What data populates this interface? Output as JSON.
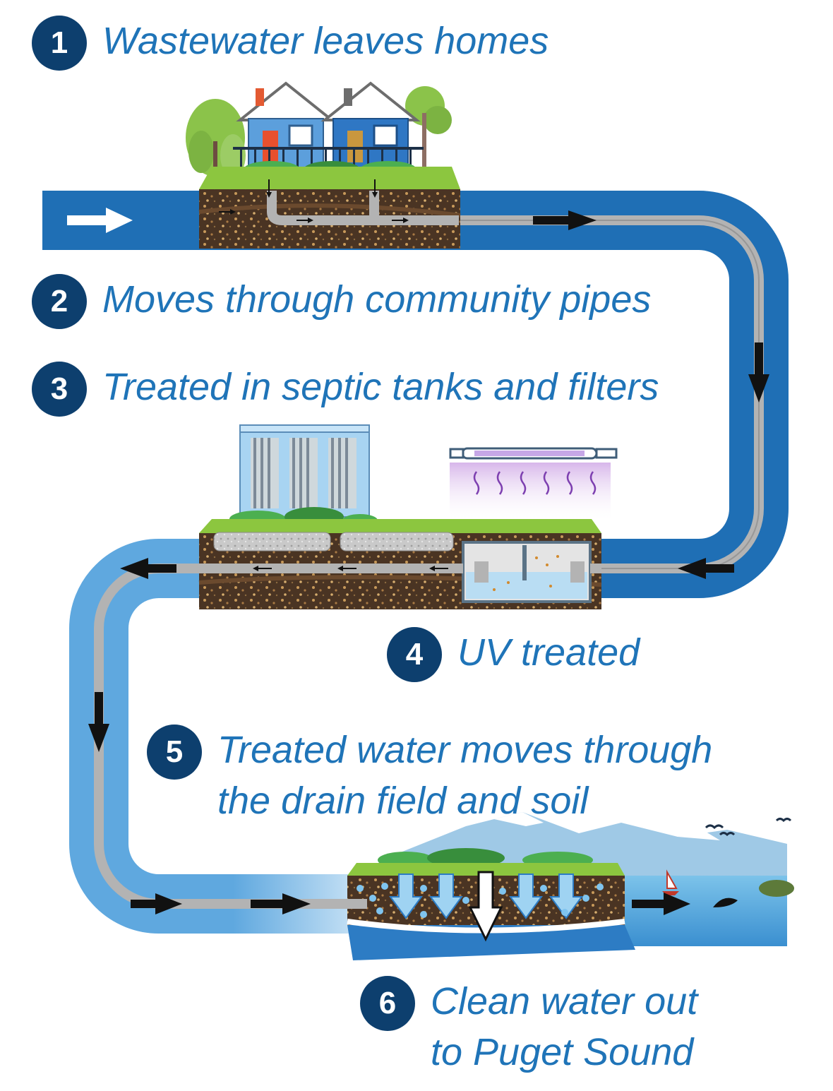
{
  "steps": [
    {
      "number": "1",
      "lines": [
        "Wastewater leaves homes"
      ]
    },
    {
      "number": "2",
      "lines": [
        "Moves through community pipes"
      ]
    },
    {
      "number": "3",
      "lines": [
        "Treated in septic tanks and filters"
      ]
    },
    {
      "number": "4",
      "lines": [
        "UV treated"
      ]
    },
    {
      "number": "5",
      "lines": [
        "Treated water moves through",
        "the drain field and soil"
      ]
    },
    {
      "number": "6",
      "lines": [
        "Clean water out",
        "to Puget Sound"
      ]
    }
  ],
  "colors": {
    "pipe_dark": "#1f6fb5",
    "pipe_light": "#5fa8df",
    "inner_pipe": "#b3b3b3",
    "badge": "#0d3f6e",
    "label": "#1f74b8",
    "grass": "#8cc63f",
    "soil": "#4a3423"
  }
}
